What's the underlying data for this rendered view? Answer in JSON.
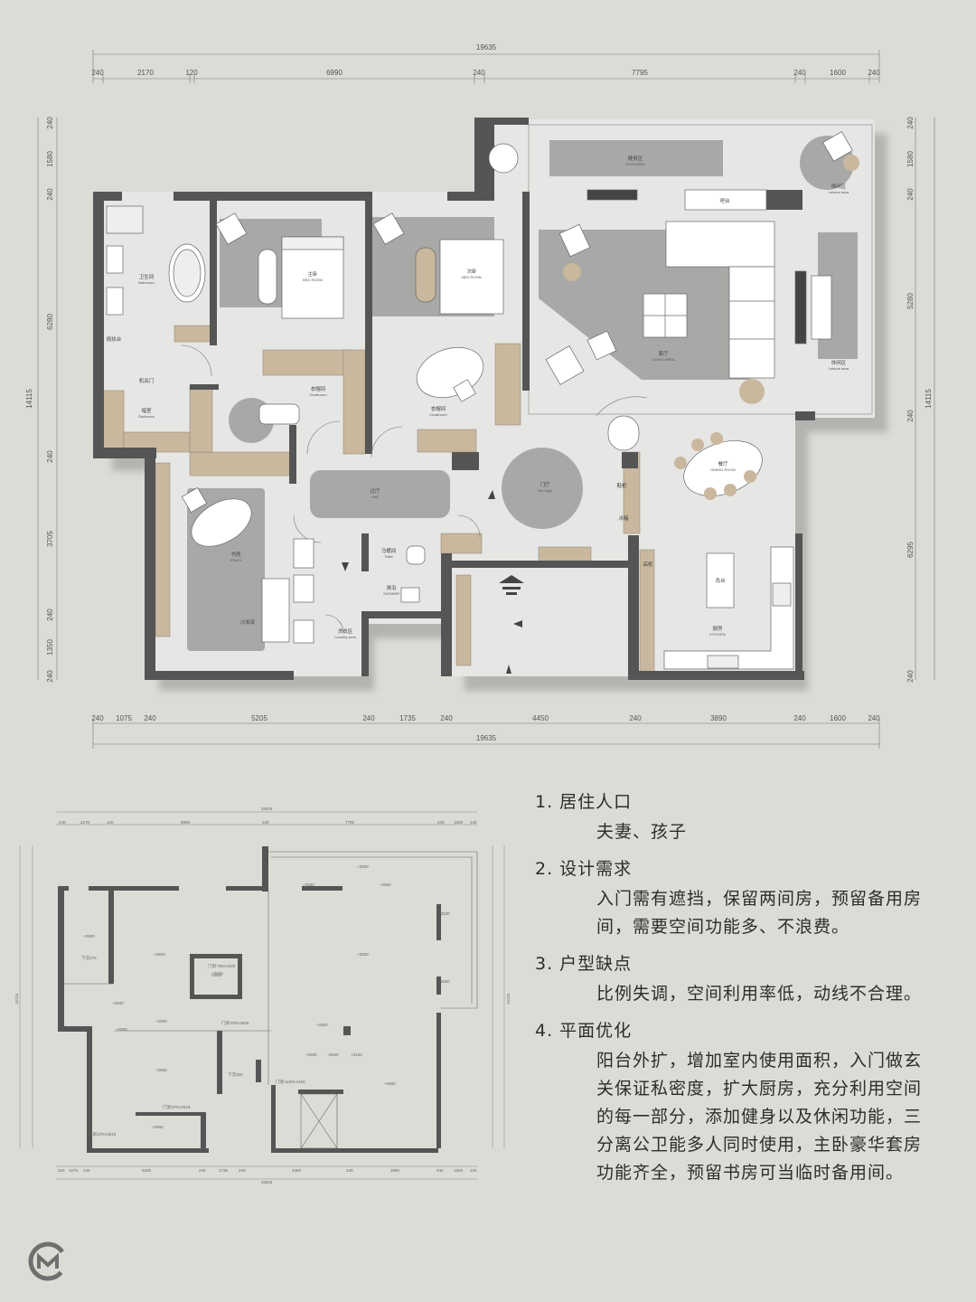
{
  "dimensions": {
    "total": "19635",
    "top": [
      "240",
      "2170",
      "120",
      "6990",
      "240",
      "7795",
      "240",
      "1600",
      "240"
    ],
    "bottom": [
      "240",
      "1075",
      "240",
      "5205",
      "240",
      "1735",
      "240",
      "4450",
      "240",
      "3890",
      "240",
      "1600",
      "240"
    ],
    "left_total": "14115",
    "left": [
      "240",
      "1580",
      "240",
      "6280",
      "240",
      "3705",
      "240",
      "1350",
      "240"
    ],
    "right": [
      "1580",
      "240",
      "5280",
      "240",
      "6295",
      "240"
    ]
  },
  "rooms": {
    "gym": {
      "zh": "健身区",
      "en": "GYM AREA"
    },
    "bar": {
      "zh": "吧台"
    },
    "leisure_top": {
      "zh": "休闲区",
      "en": "Leisure area"
    },
    "leisure_right": {
      "zh": "休闲区",
      "en": "Leisure area"
    },
    "bathroom": {
      "zh": "卫生间",
      "en": "Bathroom"
    },
    "master": {
      "zh": "主卧",
      "en": "BED ROOM"
    },
    "second": {
      "zh": "次卧",
      "en": "BED ROOM"
    },
    "living": {
      "zh": "客厅",
      "en": "LIVING AREA"
    },
    "storage_rack": {
      "zh": "梳妆台"
    },
    "machine_door": {
      "zh": "机关门"
    },
    "cloak1": {
      "zh": "衣帽间",
      "en": "Cloakroom"
    },
    "cloak2": {
      "zh": "衣帽间",
      "en": "Cloakroom"
    },
    "dark": {
      "zh": "暗室",
      "en": "Darkroom"
    },
    "hall": {
      "zh": "过厅",
      "en": "Hall"
    },
    "foyer": {
      "zh": "门厅",
      "en": "The foyer"
    },
    "dining": {
      "zh": "餐厅",
      "en": "DINING ROOM"
    },
    "shoe": {
      "zh": "鞋柜"
    },
    "stick": {
      "zh": "冰箱"
    },
    "study": {
      "zh": "书房",
      "en": "STUDY"
    },
    "sofa_bed": {
      "zh": "沙发床"
    },
    "toilet": {
      "zh": "马桶间",
      "en": "Toilet"
    },
    "shower": {
      "zh": "淋浴",
      "en": "SHOWER"
    },
    "laundry": {
      "zh": "洗衣区",
      "en": "Laundry area"
    },
    "cabinet": {
      "zh": "高柜"
    },
    "island": {
      "zh": "岛台"
    },
    "kitchen": {
      "zh": "厨房",
      "en": "KITCHEN"
    }
  },
  "original_plan": {
    "labels": [
      "+2600",
      "+2550",
      "+2550",
      "+2530",
      "+2500",
      "+2800",
      "+2520",
      "+2550",
      "+2600",
      "+2500",
      "+2800",
      "+2650",
      "+2600",
      "+2500",
      "+2520",
      "+2420",
      "+2650",
      "+2800",
      "+2800",
      "下沉270",
      "下沉350",
      "门洞:790×2400",
      "门洞:875×2500",
      "门洞:1100×2450",
      "门洞:875×2515",
      "门洞:875×2515",
      "+2600"
    ]
  },
  "notes": [
    {
      "heading": "1. 居住人口",
      "body": "夫妻、孩子"
    },
    {
      "heading": "2. 设计需求",
      "body": "入门需有遮挡，保留两间房，预留备用房间，需要空间功能多、不浪费。"
    },
    {
      "heading": "3. 户型缺点",
      "body": "比例失调，空间利用率低，动线不合理。"
    },
    {
      "heading": "4. 平面优化",
      "body": "阳台外扩，增加室内使用面积，入门做玄关保证私密度，扩大厨房，充分利用空间的每一部分，添加健身以及休闲功能，三分离公卫能多人同时使用，主卧豪华套房功能齐全，预留书房可当临时备用间。"
    }
  ],
  "colors": {
    "background": "#dcdbd6",
    "wall": "#555555",
    "floor": "#e6e6e4",
    "rug": "#a8a8a6",
    "wood": "#c9b89e",
    "text": "#2d2d2d"
  }
}
